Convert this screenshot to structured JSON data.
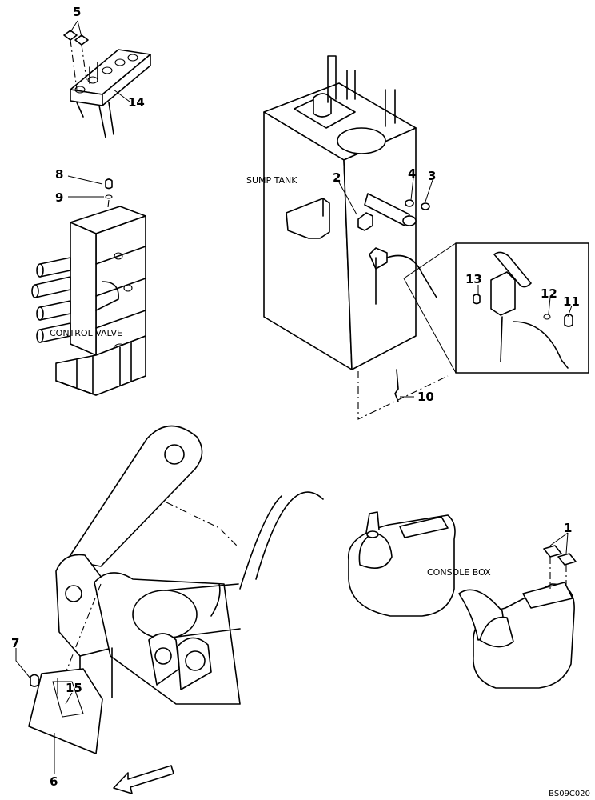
{
  "callouts": {
    "c1": "1",
    "c2": "2",
    "c3": "3",
    "c4": "4",
    "c5": "5",
    "c6": "6",
    "c7": "7",
    "c8": "8",
    "c9": "9",
    "c10": "10",
    "c11": "11",
    "c12": "12",
    "c13": "13",
    "c14": "14",
    "c15": "15"
  },
  "labels": {
    "sump_tank": "SUMP TANK",
    "control_valve": "CONTROL VALVE",
    "console_box": "CONSOLE BOX"
  },
  "drawing_code": "BS09C020",
  "icons": {
    "direction_arrow": "front-direction-arrow-icon"
  }
}
